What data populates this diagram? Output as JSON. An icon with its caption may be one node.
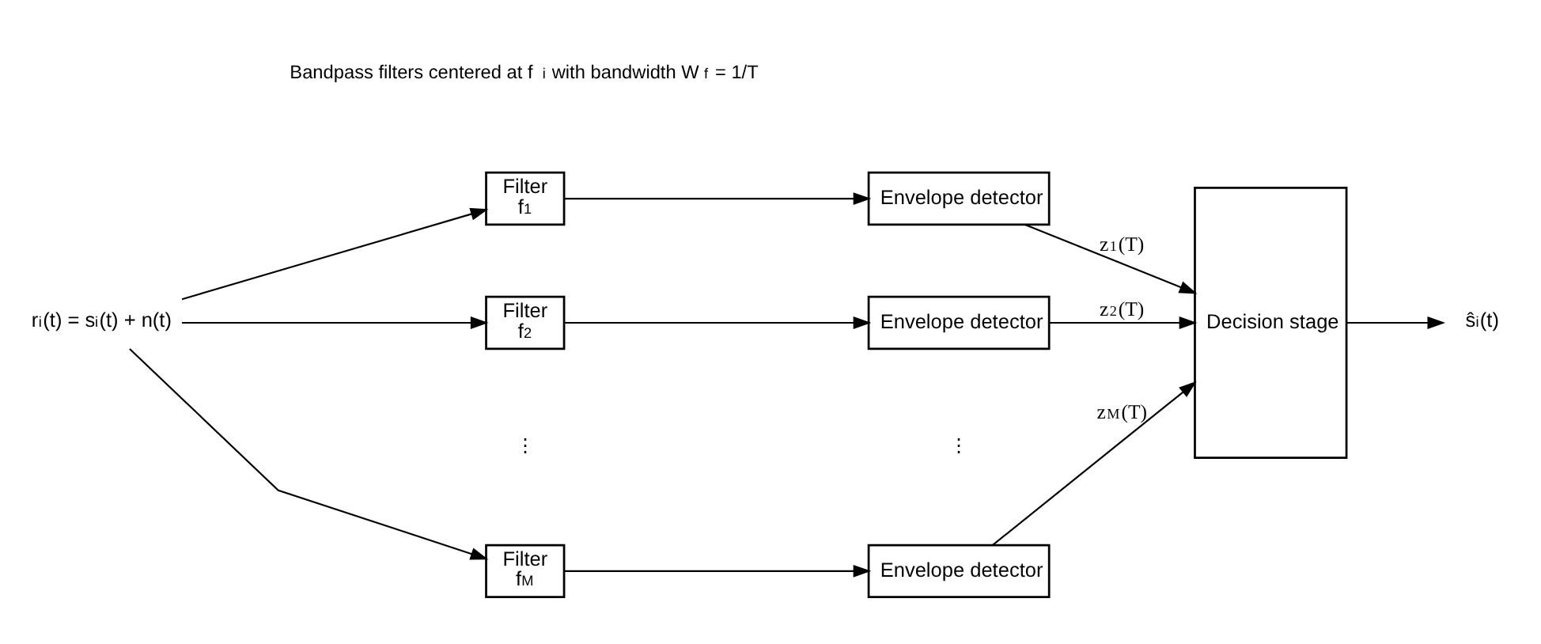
{
  "diagram": {
    "nodes": [
      {
        "text": [
          "r$_{i}$(t) = s$_{i}$(t) + n(t)"
        ]
      },
      {
        "text": [
          "Filter",
          "f$_{1}$"
        ]
      },
      {
        "text": [
          "Filter",
          "f$_{2}$"
        ]
      },
      {
        "text": [
          "Filter",
          "f$_{M}$"
        ]
      },
      {
        "text": [
          "Envelope detector"
        ]
      },
      {
        "text": [
          "Envelope detector"
        ]
      },
      {
        "text": [
          "Envelope detector"
        ]
      },
      {
        "text": [
          "Decision stage"
        ]
      },
      {
        "text": [
          "ŝ$_{i}$(t)"
        ]
      }
    ],
    "edges": [
      {
        "from": 0,
        "to": 1,
        "arrow": "to"
      },
      {
        "from": 0,
        "to": 2,
        "arrow": "to"
      },
      {
        "from": 0,
        "to": 3,
        "arrow": "to"
      },
      {
        "from": 1,
        "to": 4,
        "arrow": "to"
      },
      {
        "from": 2,
        "to": 5,
        "arrow": "to"
      },
      {
        "from": 3,
        "to": 6,
        "arrow": "to"
      },
      {
        "from": 4,
        "to": 7,
        "arrow": "to",
        "label": "z$_{1}$(T)"
      },
      {
        "from": 5,
        "to": 7,
        "arrow": "to",
        "label": "z$_{2}$(T)"
      },
      {
        "from": 6,
        "to": 7,
        "arrow": "to",
        "label": "z$_{M}$(T)"
      },
      {
        "from": 7,
        "to": 8,
        "arrow": "to"
      }
    ],
    "labels": [
      "Bandpass filters centered at f$_{i}$ with bandwidth W$_{f}$ = 1/T",
      "⋮",
      "⋮"
    ]
  }
}
